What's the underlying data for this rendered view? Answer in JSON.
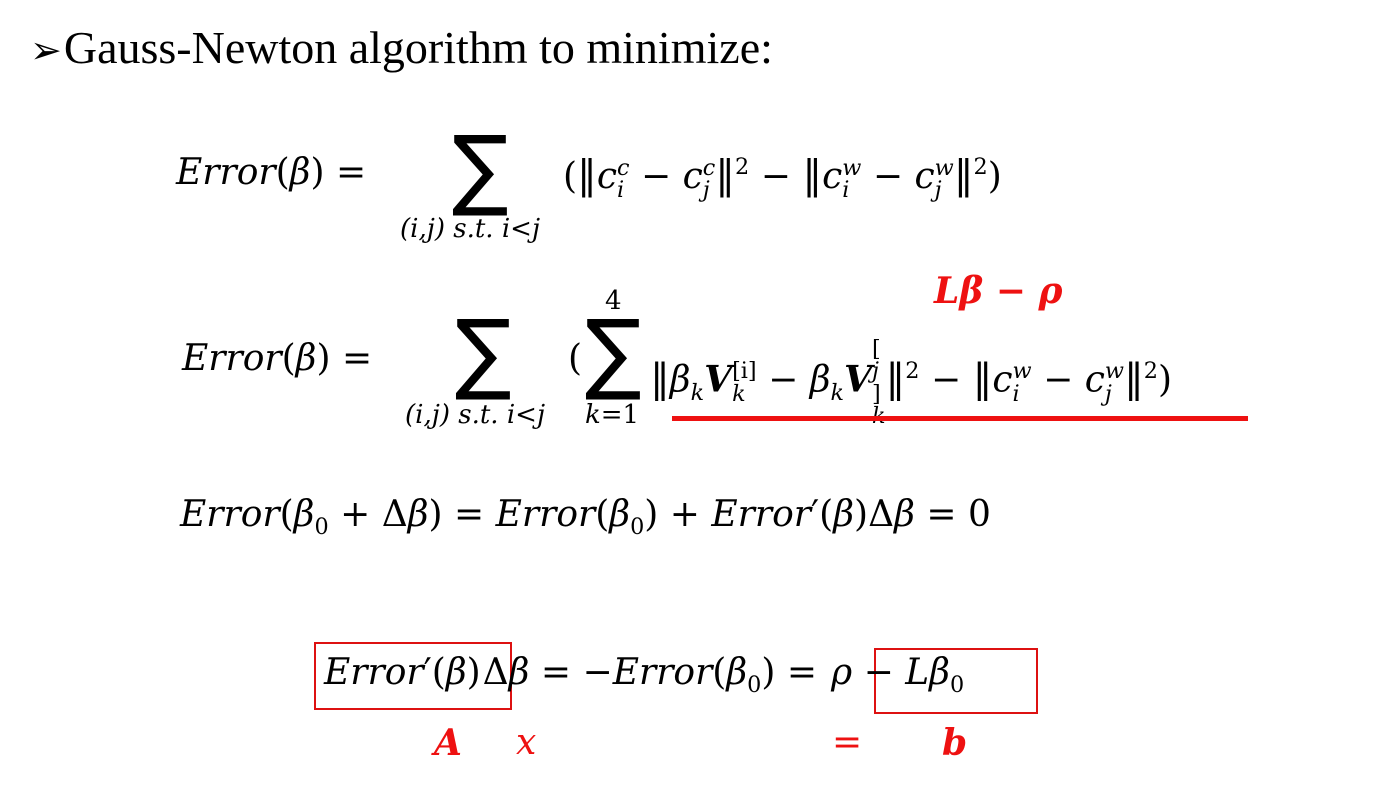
{
  "heading": {
    "bullet": "➢",
    "text": "Gauss-Newton algorithm to minimize:"
  },
  "eq1": {
    "lhs": "Error(β) =",
    "sum_symbol": "∑",
    "sum_lower": "(i,j) s.t. i<j",
    "body": "(‖c_i^c − c_j^c‖² − ‖c_i^w − c_j^w‖²)"
  },
  "eq2": {
    "lhs": "Error(β) =",
    "sum_symbol": "∑",
    "sum_lower": "(i,j) s.t. i<j",
    "inner_sum_upper": "4",
    "inner_sum_lower": "k=1",
    "open_paren": "(",
    "annotation": "Lβ − ρ",
    "body": "‖β_k V_k^[i] − β_k V_k^[j]‖² − ‖c_i^w − c_j^w‖²)"
  },
  "eq3": {
    "text": "Error(β₀ + Δβ) = Error(β₀) + Error′(β)Δβ = 0"
  },
  "eq4": {
    "boxed_left": "Error′(β)",
    "middle": "Δβ = −Error(β₀) =",
    "boxed_right": "ρ − Lβ₀"
  },
  "labels": {
    "A": "A",
    "x": "x",
    "equals": "=",
    "b": "b"
  },
  "colors": {
    "accent": "#ee1111",
    "text": "#000000",
    "background": "#ffffff"
  }
}
